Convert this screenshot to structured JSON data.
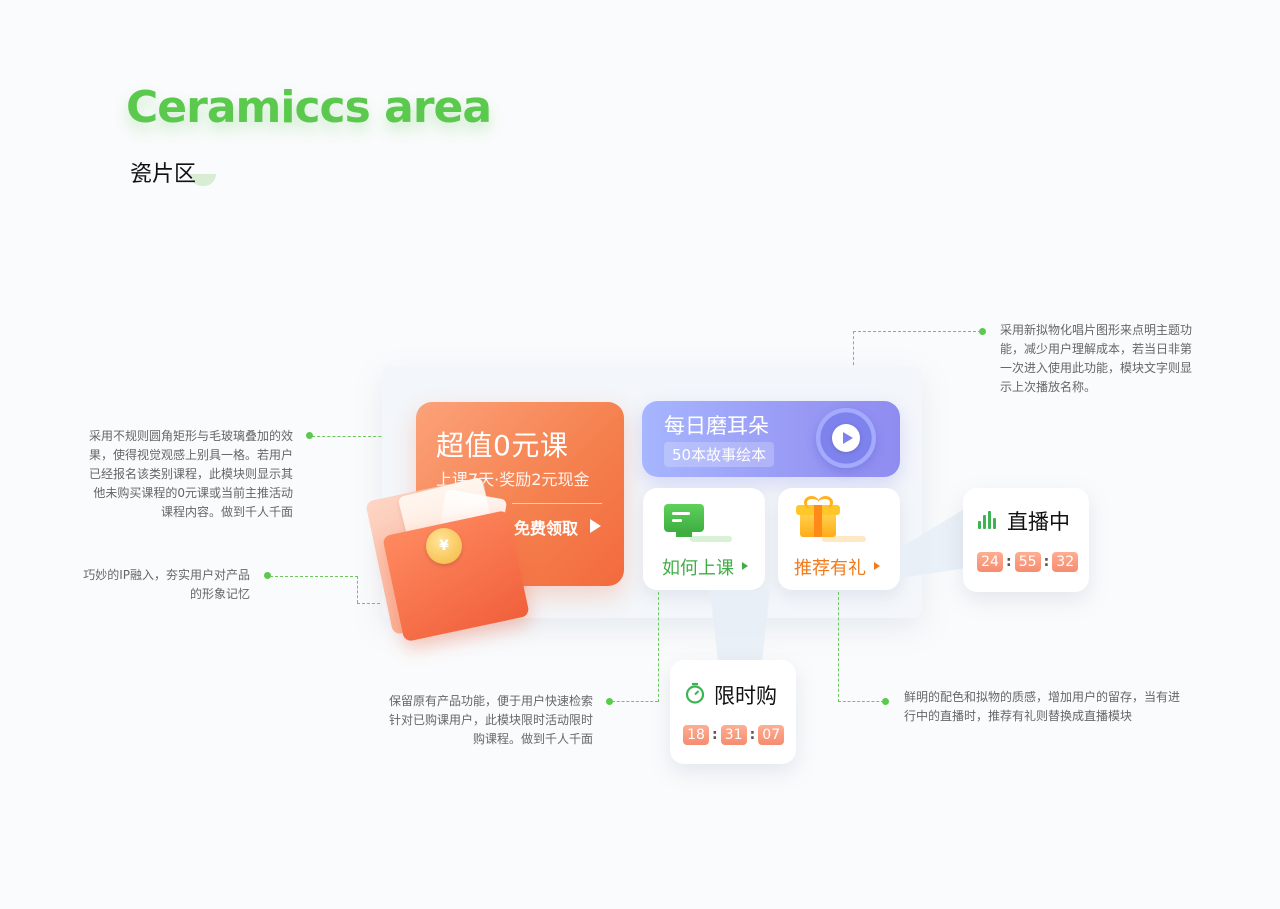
{
  "header": {
    "title_en": "Ceramiccs area",
    "title_cn": "瓷片区"
  },
  "annotations": {
    "top_right": [
      "采用新拟物化唱片图形来点明主题功",
      "能，减少用户理解成本，若当日非第",
      "一次进入使用此功能，模块文字则显",
      "示上次播放名称。"
    ],
    "left_top": [
      "采用不规则圆角矩形与毛玻璃叠加的效",
      "果，使得视觉观感上别具一格。若用户",
      "已经报名该类别课程，此模块则显示其",
      "他未购买课程的0元课或当前主推活动",
      "课程内容。做到千人千面"
    ],
    "left_bottom": [
      "巧妙的IP融入，夯实用户对产品",
      "的形象记忆"
    ],
    "bottom_center": [
      "保留原有产品功能，便于用户快速检索",
      "针对已购课用户，此模块限时活动限时",
      "购课程。做到千人千面"
    ],
    "bottom_right": [
      "鲜明的配色和拟物的质感，增加用户的留存，当有进",
      "行中的直播时，推荐有礼则替换成直播模块"
    ]
  },
  "orange_card": {
    "title": "超值0元课",
    "subtitle": "上课7天·奖励2元现金",
    "button": "免费领取"
  },
  "envelope": {
    "coin_label": "¥"
  },
  "blue_card": {
    "title": "每日磨耳朵",
    "subtitle": "50本故事绘本"
  },
  "tiles": [
    {
      "label": "如何上课",
      "color": "#3fae45"
    },
    {
      "label": "推荐有礼",
      "color": "#f27a1a"
    }
  ],
  "live_card": {
    "title": "直播中",
    "time": [
      "24",
      "55",
      "32"
    ]
  },
  "flash_card": {
    "title": "限时购",
    "time": [
      "18",
      "31",
      "07"
    ]
  },
  "colors": {
    "accent_green": "#5bc84e",
    "orange": "#f5814f",
    "purple": "#9a9cf5",
    "digit_bg": "#f58c71"
  }
}
